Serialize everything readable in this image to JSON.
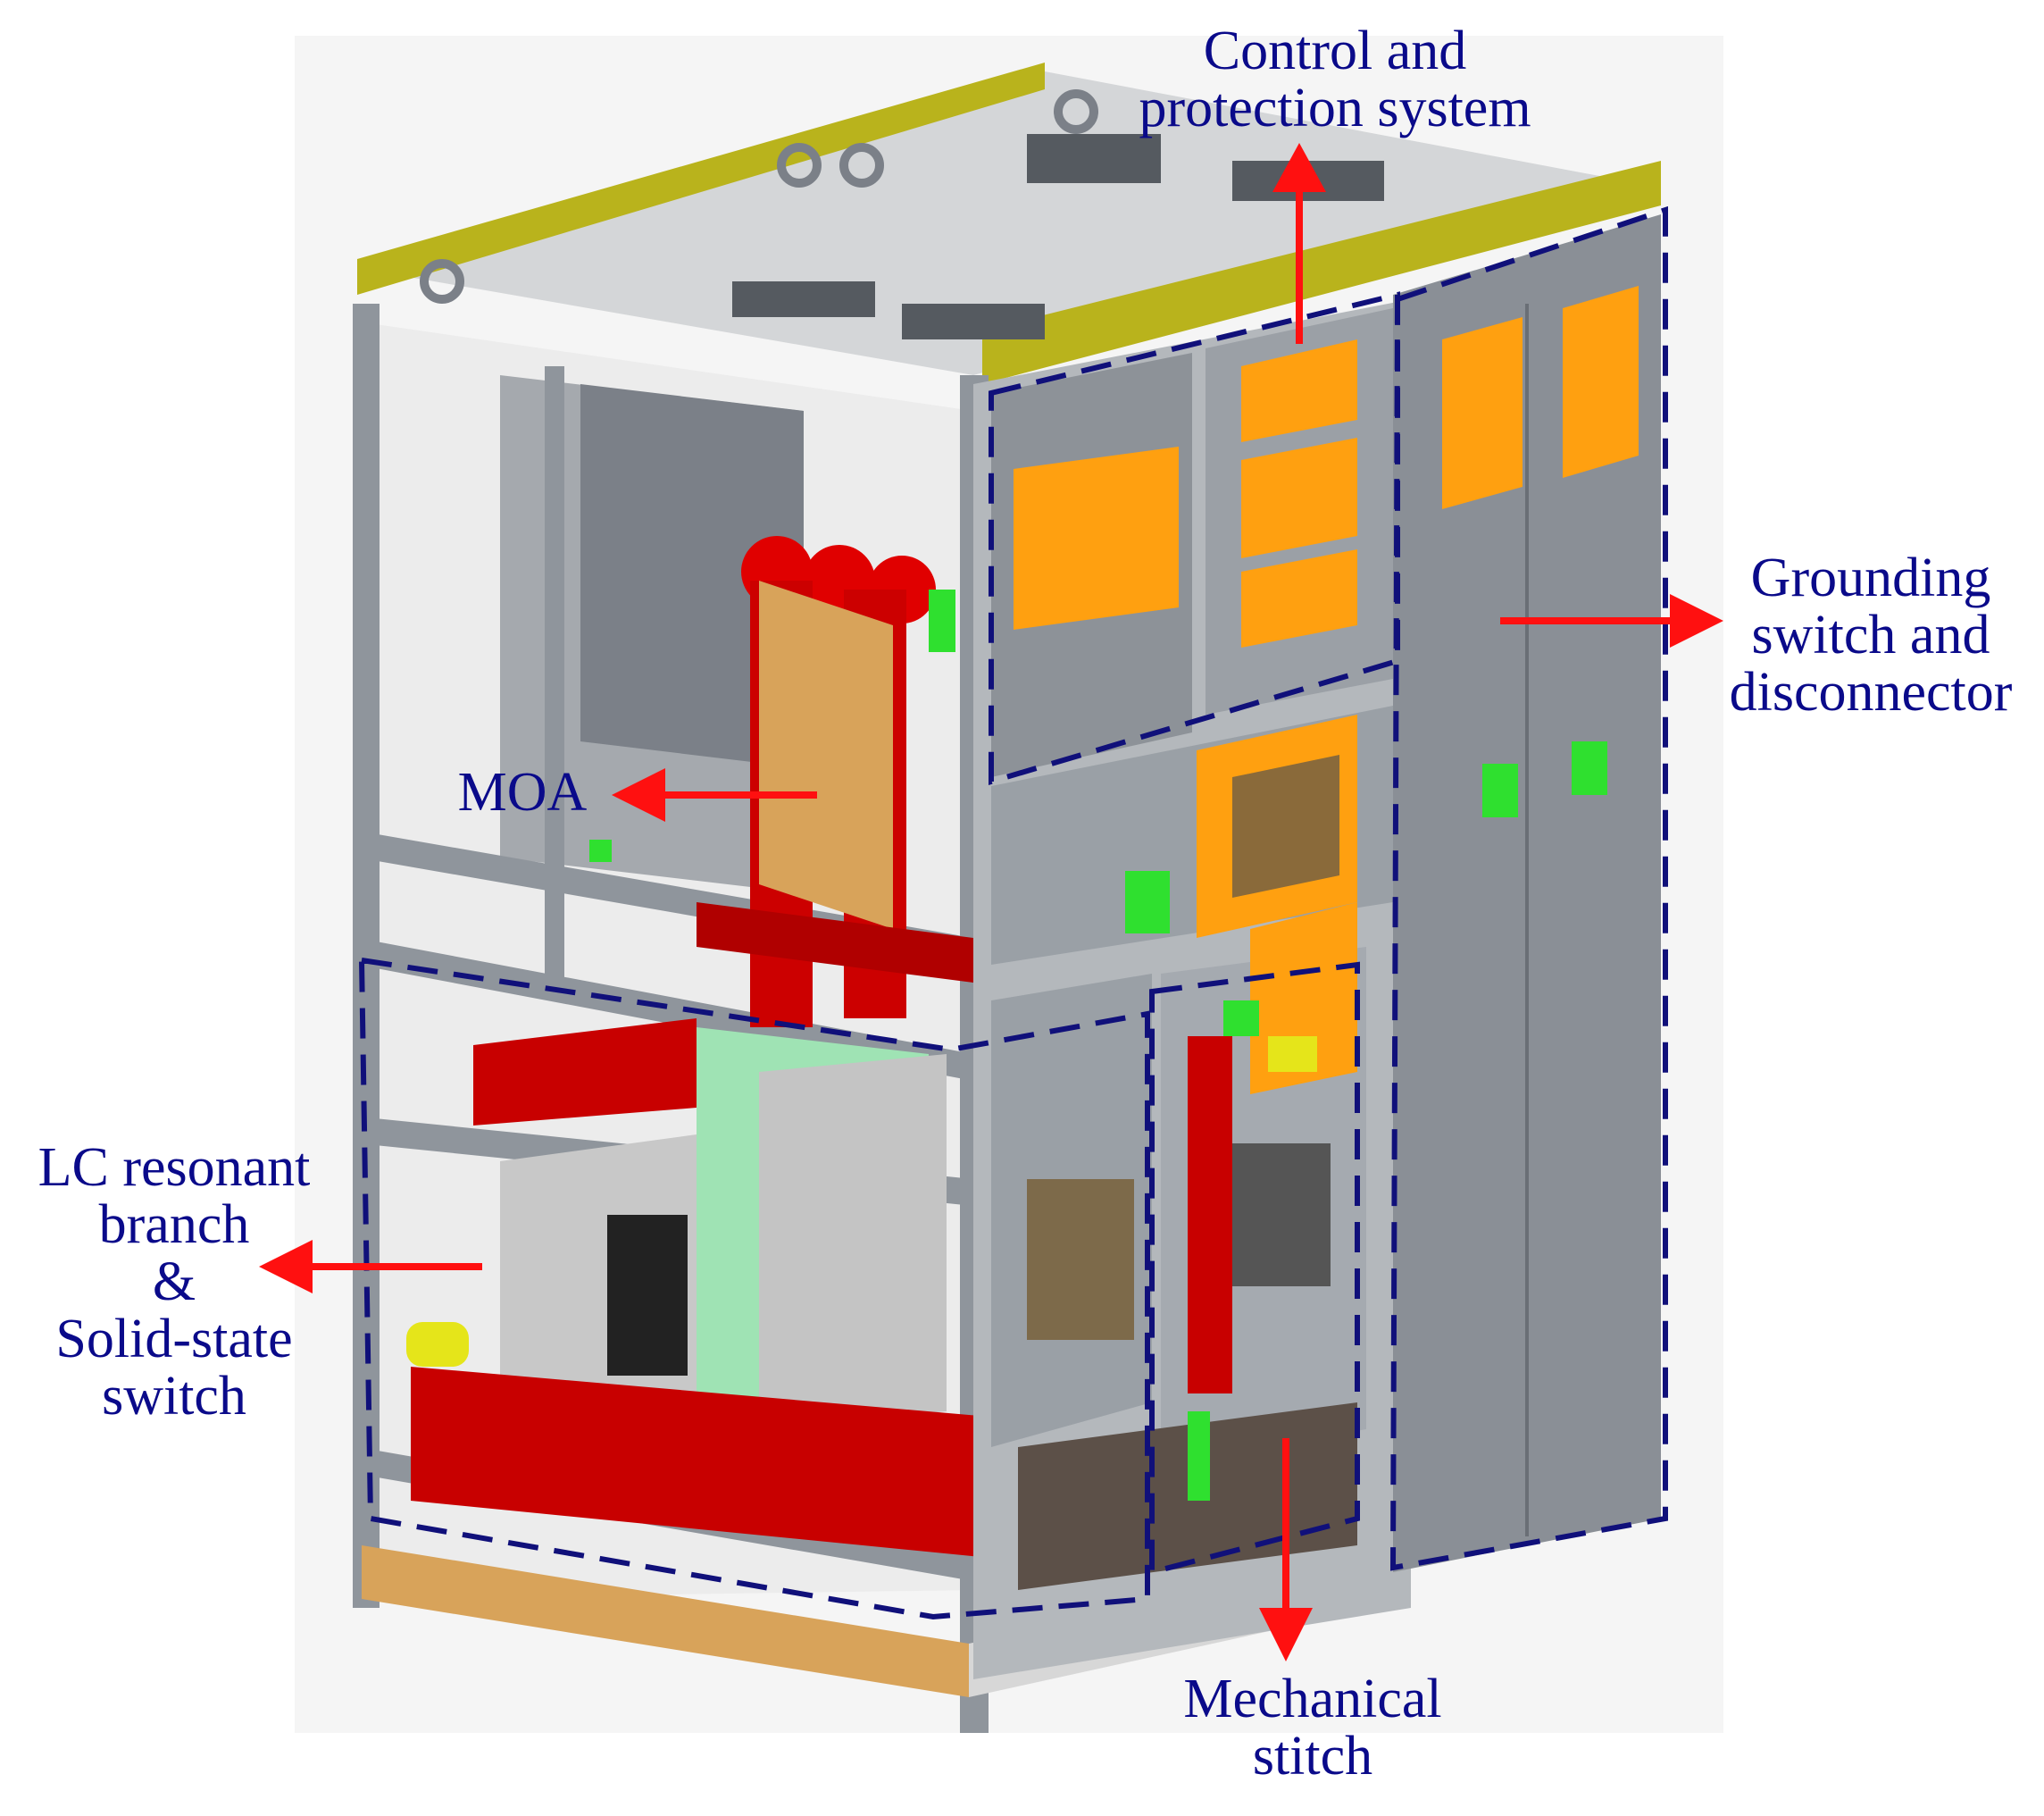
{
  "labels": {
    "control": [
      "Control and",
      "protection system"
    ],
    "grounding": [
      "Grounding",
      "switch and",
      "disconnector"
    ],
    "moa": [
      "MOA"
    ],
    "lc": [
      "LC resonant",
      "branch",
      "&",
      "Solid-state",
      "switch"
    ],
    "mechanical": [
      "Mechanical",
      "stitch"
    ]
  },
  "colors": {
    "label_text": "#0a0a8a",
    "arrow": "#ff1010",
    "dashed_box": "#10107a",
    "frame": "#8f959c",
    "panel": "#8a8f96",
    "orange": "#ffa010",
    "red": "#d40000",
    "yellow": "#b9b31c",
    "green": "#2fe02f",
    "mint": "#9fe3b4",
    "wood": "#d8a35a"
  }
}
